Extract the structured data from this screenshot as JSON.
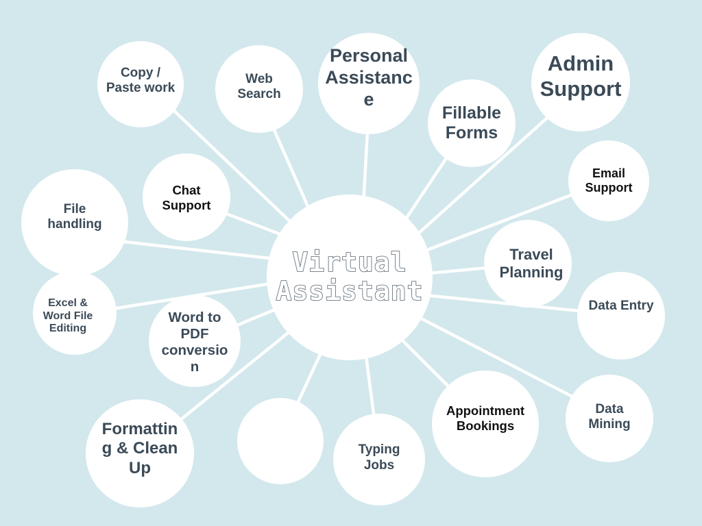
{
  "hub": {
    "label": "Virtual\nAssistant"
  },
  "nodes": {
    "copy_paste": "Copy /\nPaste work",
    "web_search": "Web\nSearch",
    "personal_assistance": "Personal\nAssistanc\ne",
    "fillable_forms": "Fillable\nForms",
    "admin_support": "Admin\nSupport",
    "email_support": "Email\nSupport",
    "travel_planning": "Travel\nPlanning",
    "data_entry": "Data Entry",
    "data_mining": "Data\nMining",
    "appointment_bookings": "Appointment\nBookings",
    "typing_jobs": "Typing\nJobs",
    "blank": "",
    "formatting": "Formattin\ng & Clean\nUp",
    "word_to_pdf": "Word to\nPDF\nconversio\nn",
    "excel_word": "Excel &\nWord File\nEditing",
    "file_handling": "File\nhandling",
    "chat_support": "Chat\nSupport"
  },
  "colors": {
    "background": "#d2e8ec",
    "node_fill": "#ffffff",
    "text_primary": "#3b4a57",
    "text_dark": "#111111",
    "hub_outline": "#55636e"
  }
}
